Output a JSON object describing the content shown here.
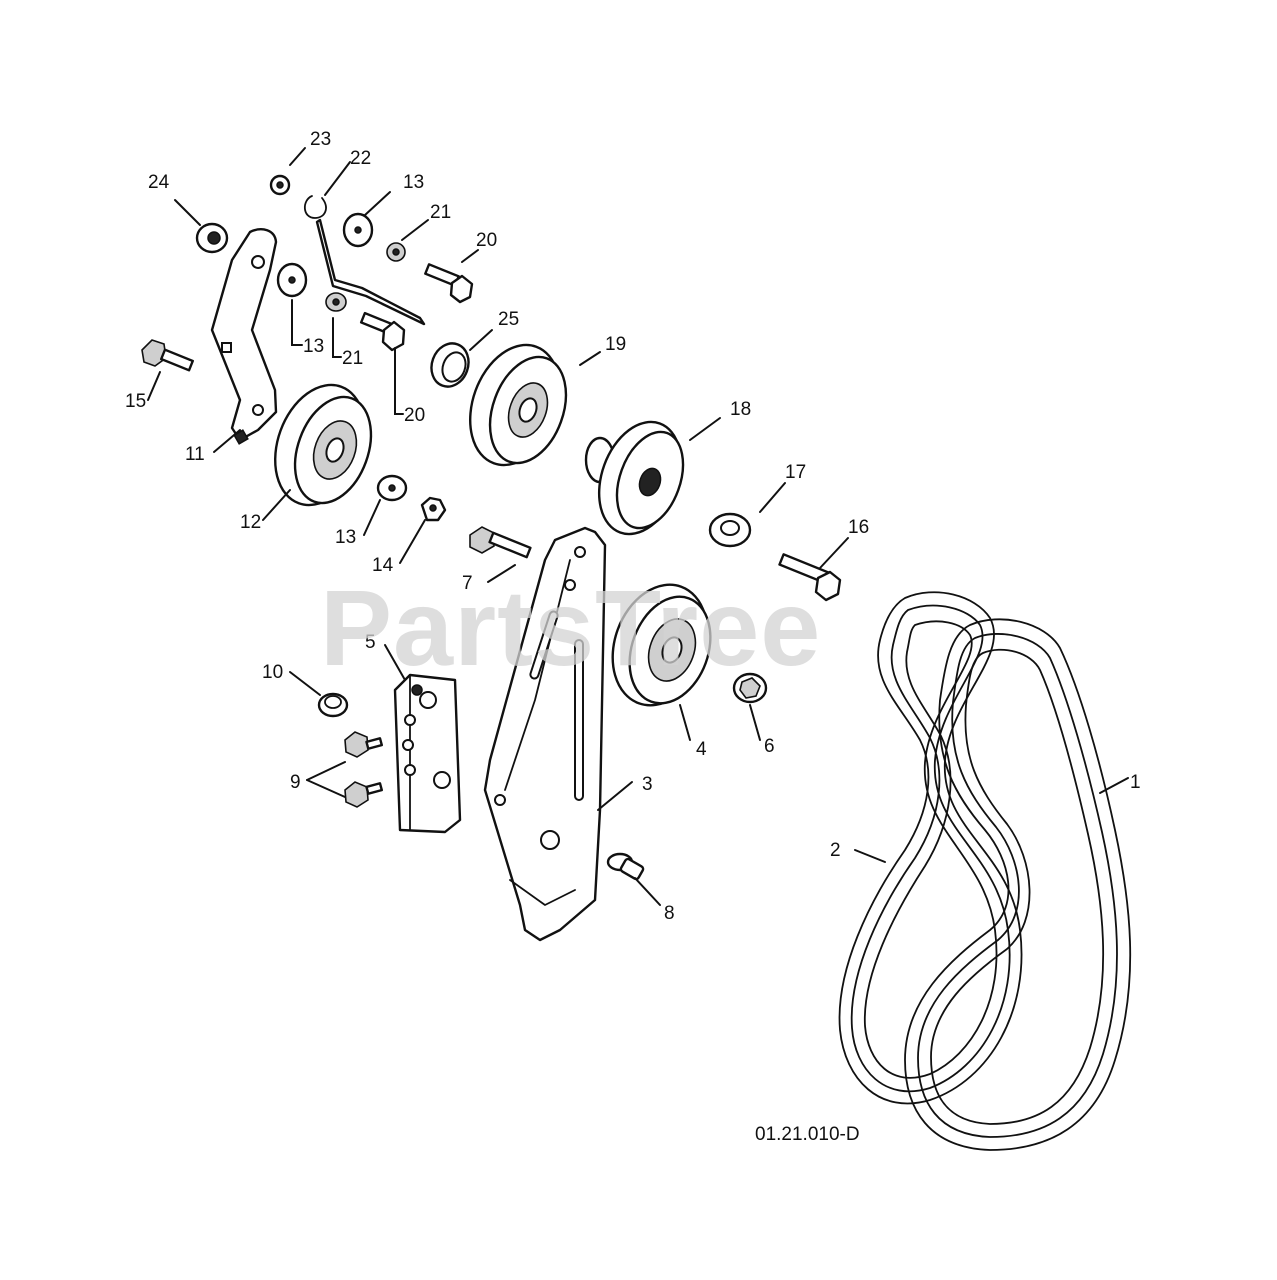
{
  "watermark": "PartsTree",
  "drawing_number": "01.21.010-D",
  "callouts": {
    "c1": "1",
    "c2": "2",
    "c3": "3",
    "c4": "4",
    "c5": "5",
    "c6": "6",
    "c7": "7",
    "c8": "8",
    "c9": "9",
    "c10": "10",
    "c11": "11",
    "c12": "12",
    "c13a": "13",
    "c13b": "13",
    "c13c": "13",
    "c14": "14",
    "c15": "15",
    "c16": "16",
    "c17": "17",
    "c18": "18",
    "c19": "19",
    "c20a": "20",
    "c20b": "20",
    "c21a": "21",
    "c21b": "21",
    "c22": "22",
    "c23": "23",
    "c24": "24",
    "c25": "25"
  }
}
